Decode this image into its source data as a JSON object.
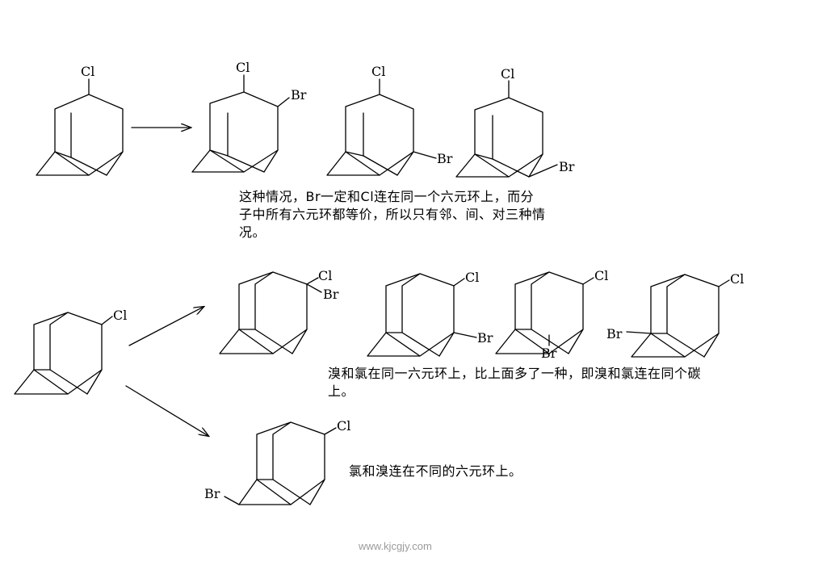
{
  "labels": {
    "cl": "Cl",
    "br": "Br"
  },
  "notes": {
    "mono_sub": "这种情况，Br一定和Cl连在同一个六元环上，而分子中所有六元环都等价，所以只有邻、间、对三种情况。",
    "same_ring": "溴和氯在同一六元环上，比上面多了一种，即溴和氯连在同个碳上。",
    "diff_ring": "氯和溴连在不同的六元环上。"
  },
  "watermark": "www.kjcgjy.com"
}
